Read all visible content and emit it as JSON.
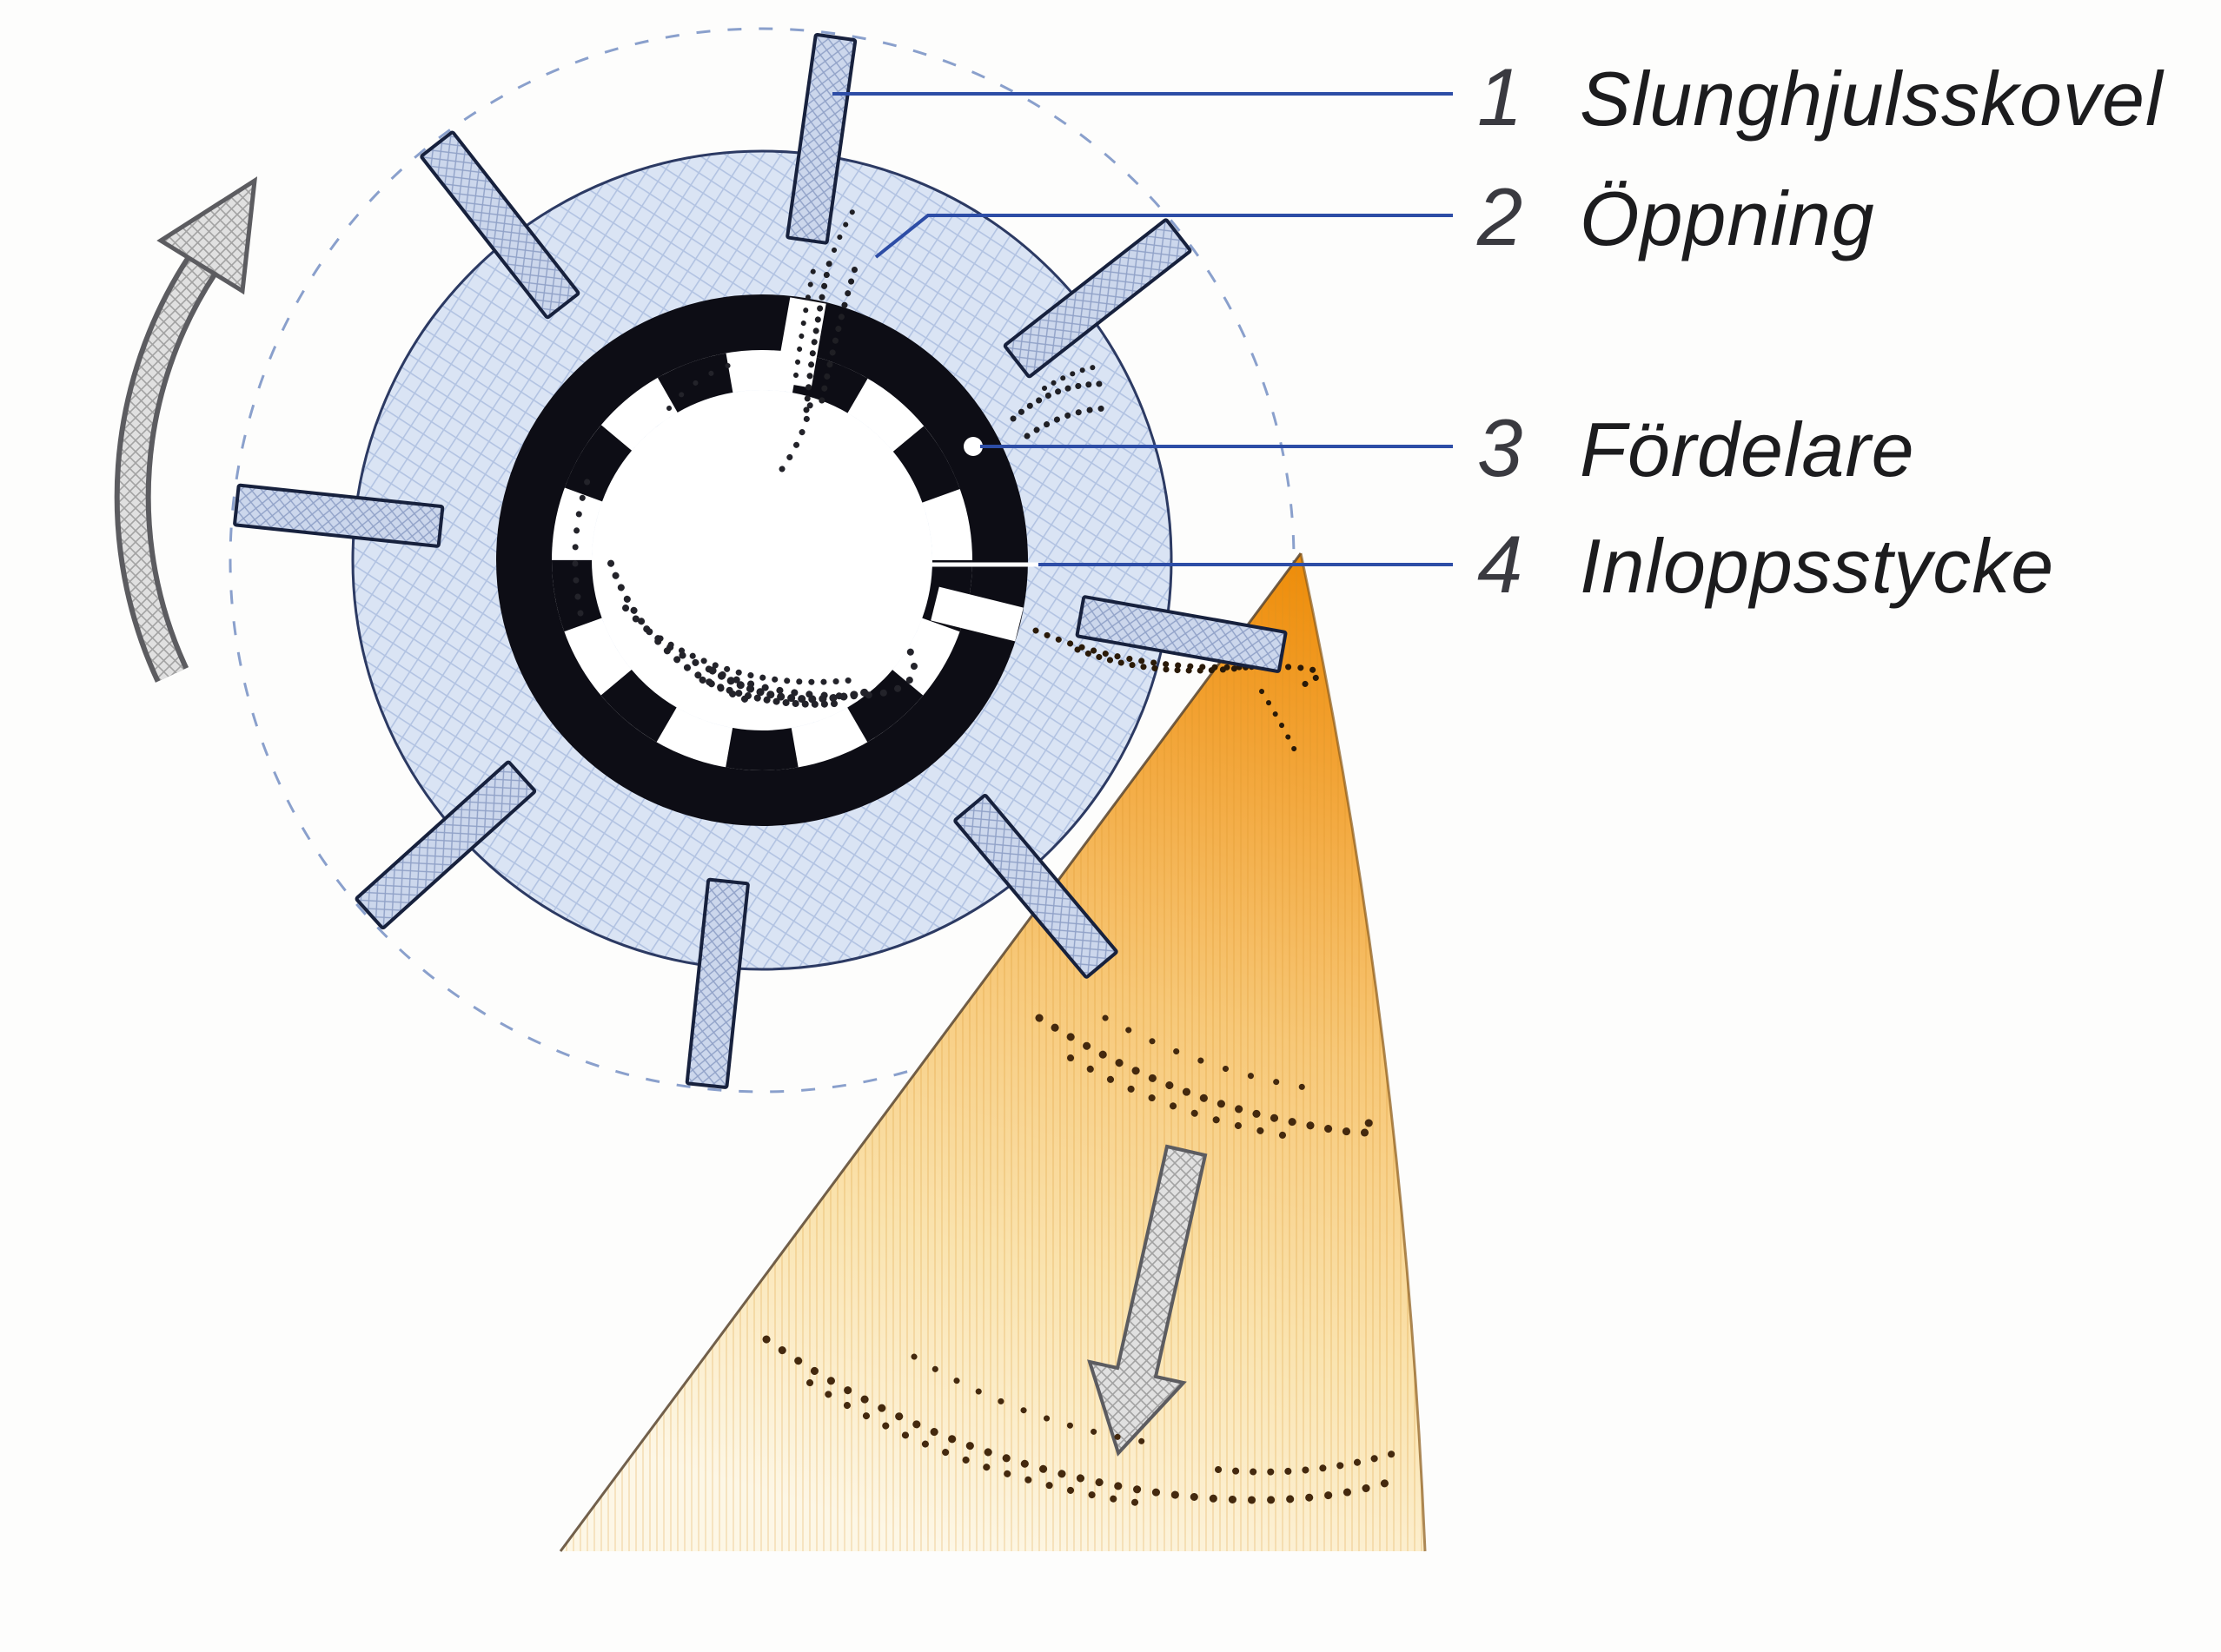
{
  "labels": [
    {
      "number": "1",
      "text": "Slunghjulsskovel"
    },
    {
      "number": "2",
      "text": "Öppning"
    },
    {
      "number": "3",
      "text": "Fördelare"
    },
    {
      "number": "4",
      "text": "Inloppsstycke"
    }
  ],
  "colors": {
    "leader_line": "#2d4da6",
    "disc_fill": "#dae4f4",
    "spray_orange": "#ee8c08",
    "ring_black": "#0d0d15",
    "label_text": "#1c1c1e"
  },
  "icons": {
    "rotation_arrow": "curved-arrow-counterclockwise",
    "flow_arrow": "straight-arrow-down"
  }
}
